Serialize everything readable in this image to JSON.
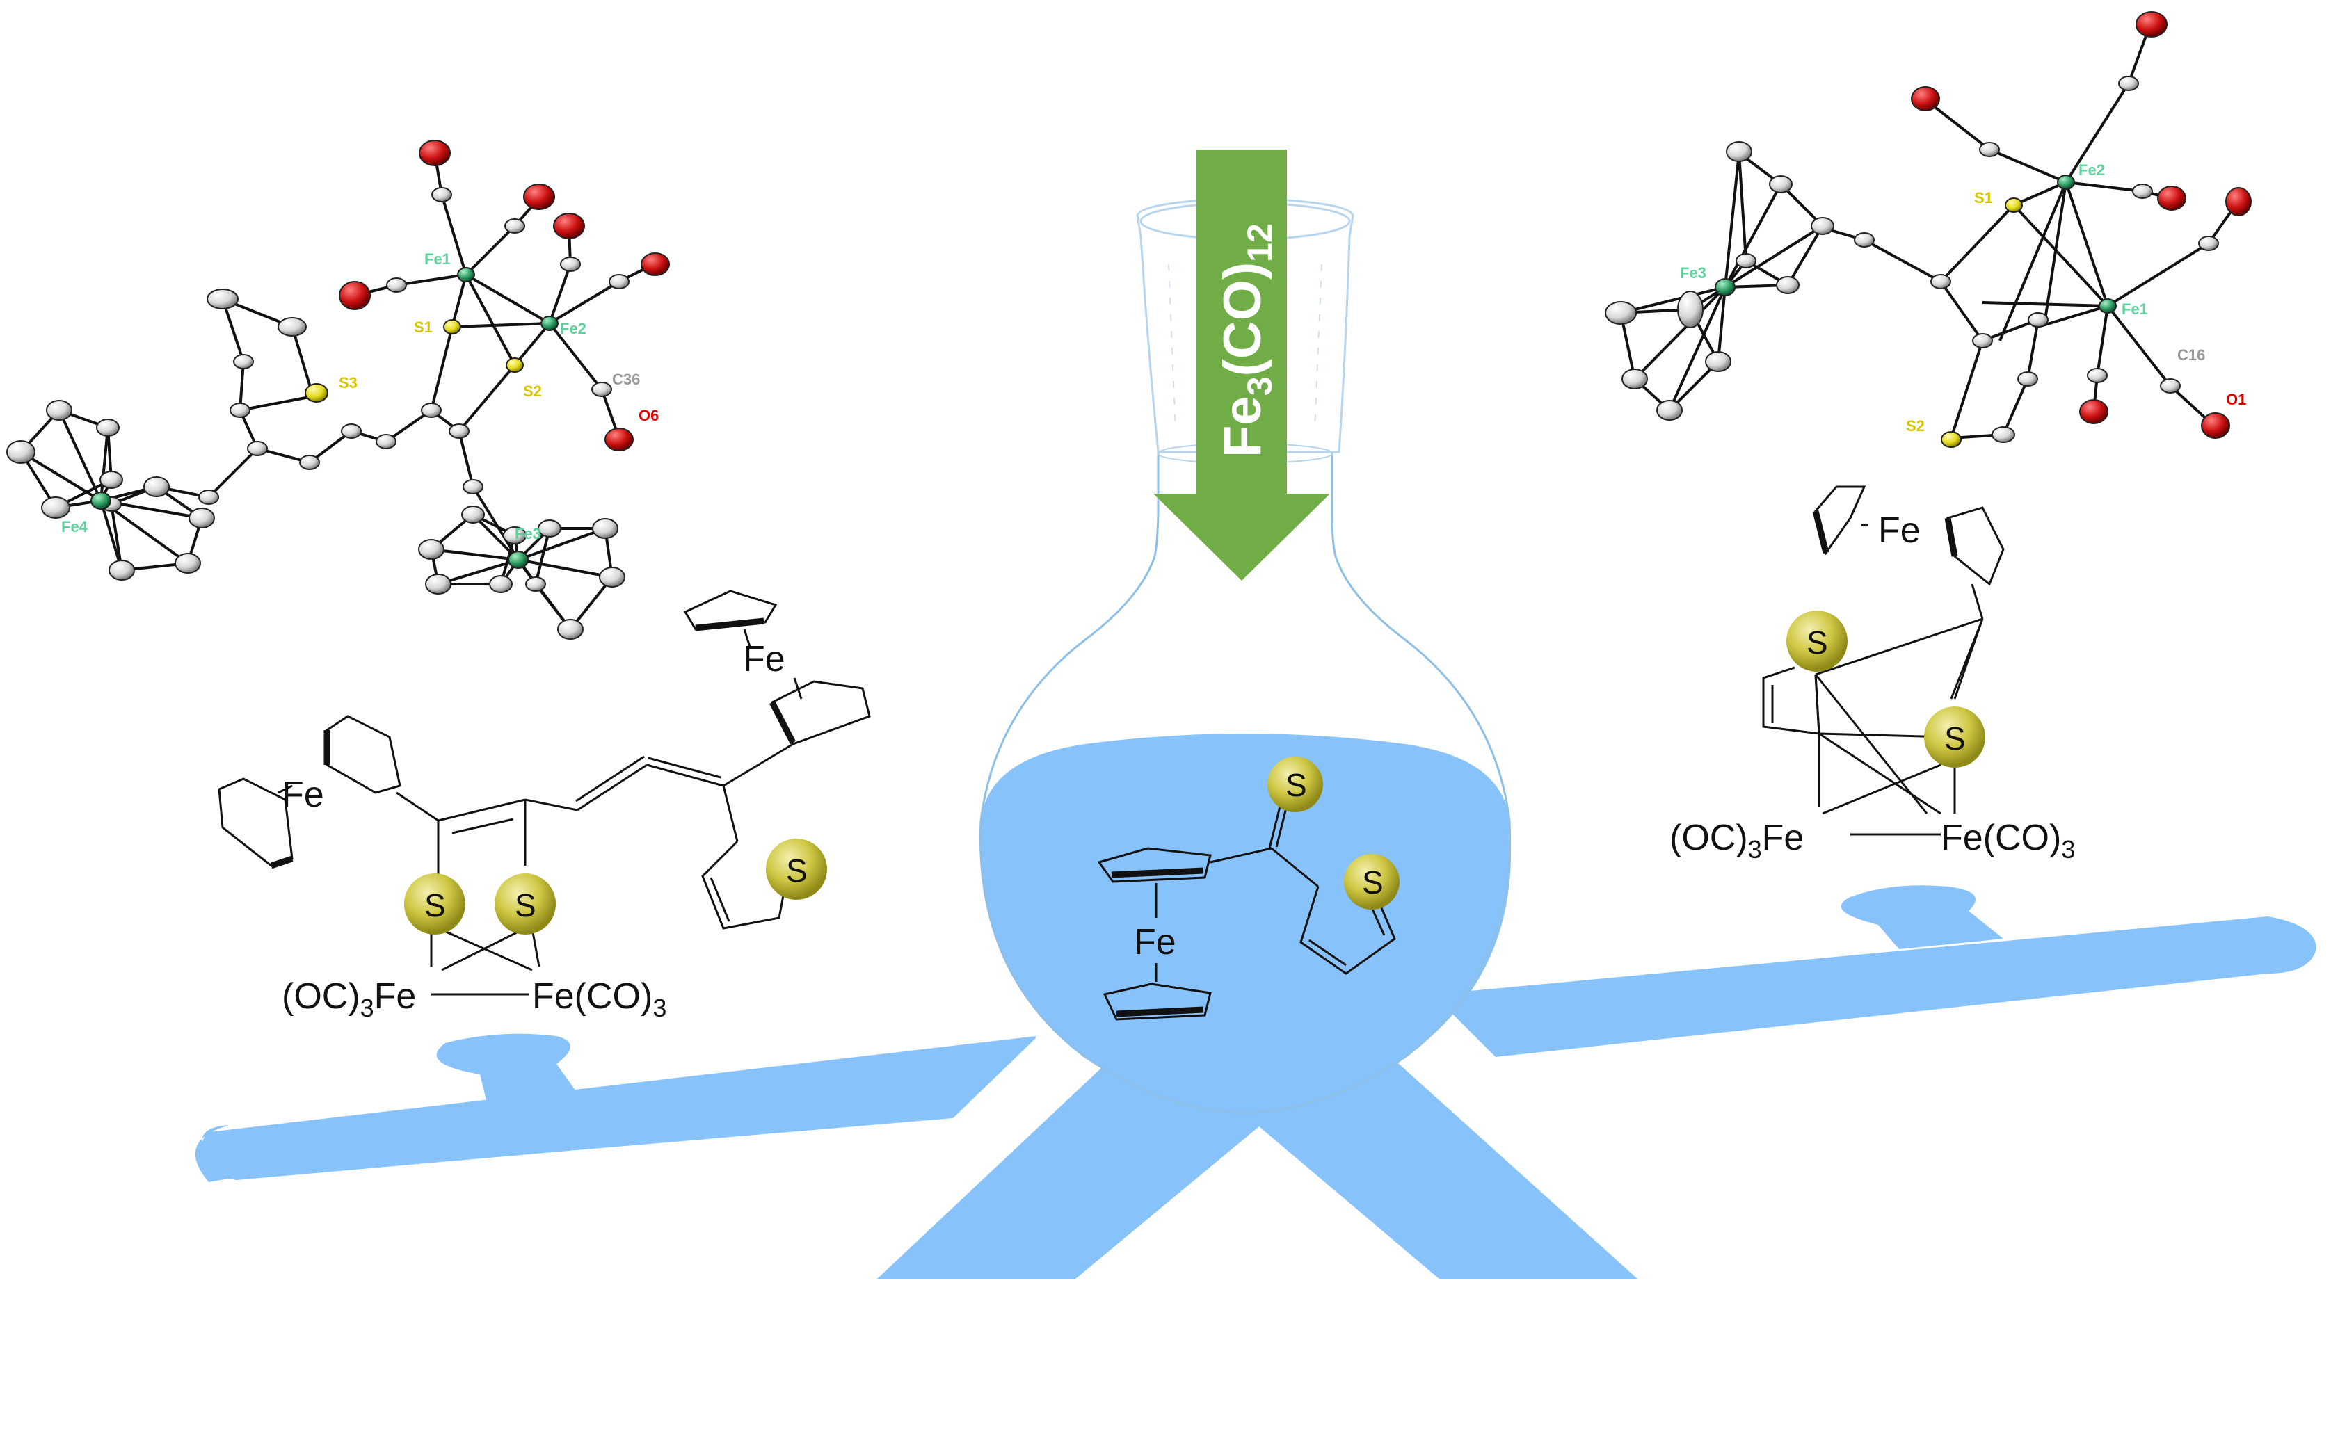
{
  "colors": {
    "liquid": "#88c2fb",
    "flask_outline": "#8ebfe6",
    "arrow": "#70ad47",
    "sulfur_ball": "#c9c23a",
    "sulfur_ball_light": "#f2eea0",
    "iron_label": "#5dd39b",
    "sulfur_label": "#d9c400",
    "oxygen_label": "#e00000",
    "carbon_label": "#9a9a9a",
    "oxygen_atom": "#cc1111",
    "carbon_atom": "#dcdcdc",
    "iron_atom": "#2e9e62",
    "sulfur_atom": "#e6dc1e",
    "bond": "#111111"
  },
  "reagent": {
    "main": "Fe",
    "sub1": "3",
    "mid": "(CO)",
    "sub2": "12"
  },
  "center_molecule": {
    "fe": "Fe",
    "s_thione": "S",
    "s_thiophene": "S"
  },
  "left_product": {
    "fe_top": "Fe",
    "fe_ferrocene": "Fe",
    "s_ring_left": "S",
    "s_ring_right": "S",
    "s_thiophene": "S",
    "fe_left": "(OC)",
    "fe_left_sub": "3",
    "fe_left_tail": "Fe",
    "fe_right": "Fe(CO)",
    "fe_right_sub": "3"
  },
  "right_product": {
    "fe_ferrocene": "Fe",
    "s_thiophene": "S",
    "s_bridge": "S",
    "fe_left": "(OC)",
    "fe_left_sub": "3",
    "fe_left_tail": "Fe",
    "fe_right": "Fe(CO)",
    "fe_right_sub": "3"
  },
  "left_crystal_labels": {
    "fe1": "Fe1",
    "fe2": "Fe2",
    "fe3": "Fe3",
    "fe4": "Fe4",
    "s1": "S1",
    "s2": "S2",
    "s3": "S3",
    "c36": "C36",
    "o6": "O6"
  },
  "right_crystal_labels": {
    "fe1": "Fe1",
    "fe2": "Fe2",
    "fe3": "Fe3",
    "s1": "S1",
    "s2": "S2",
    "c16": "C16",
    "o1": "O1"
  }
}
